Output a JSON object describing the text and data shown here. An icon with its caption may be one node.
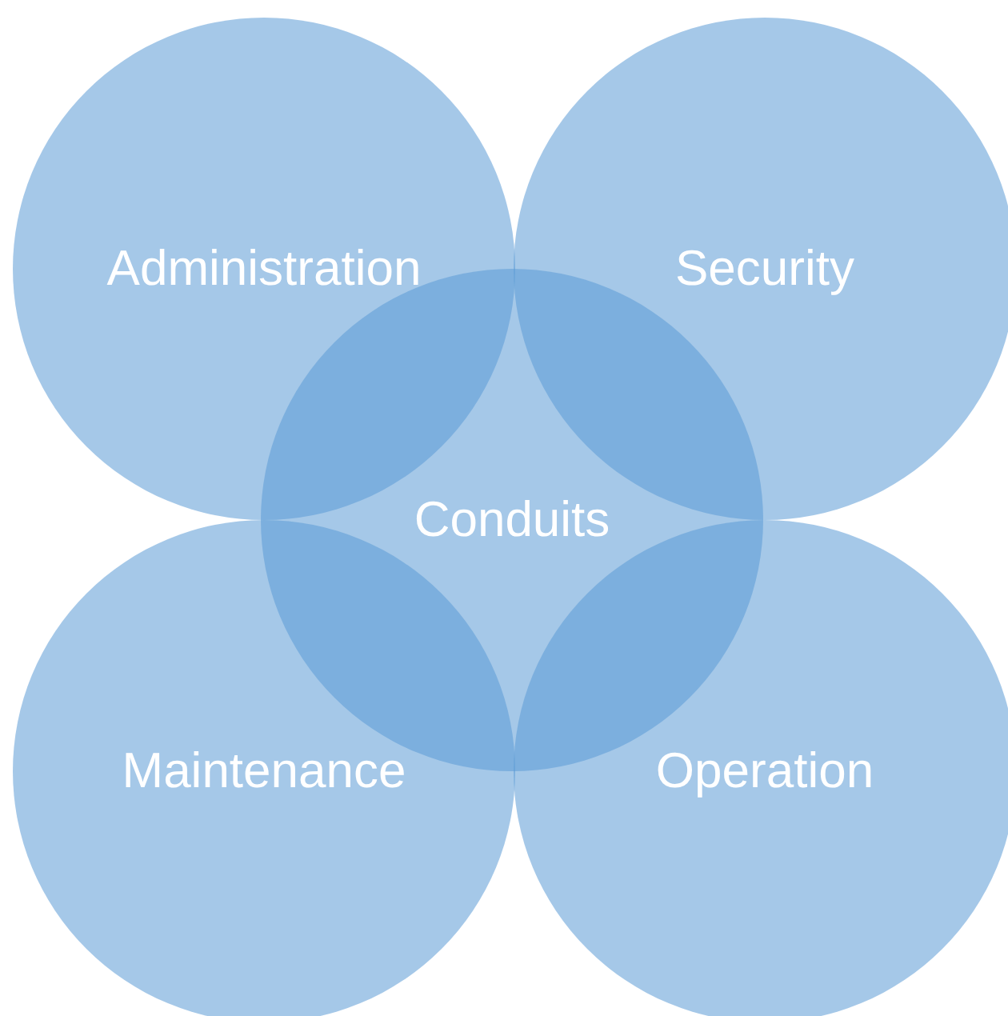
{
  "diagram": {
    "nodes": [
      {
        "text": [
          "Administration"
        ]
      },
      {
        "text": [
          "Security"
        ]
      },
      {
        "text": [
          "Conduits"
        ]
      },
      {
        "text": [
          "Maintenance"
        ]
      },
      {
        "text": [
          "Operation"
        ]
      }
    ]
  }
}
